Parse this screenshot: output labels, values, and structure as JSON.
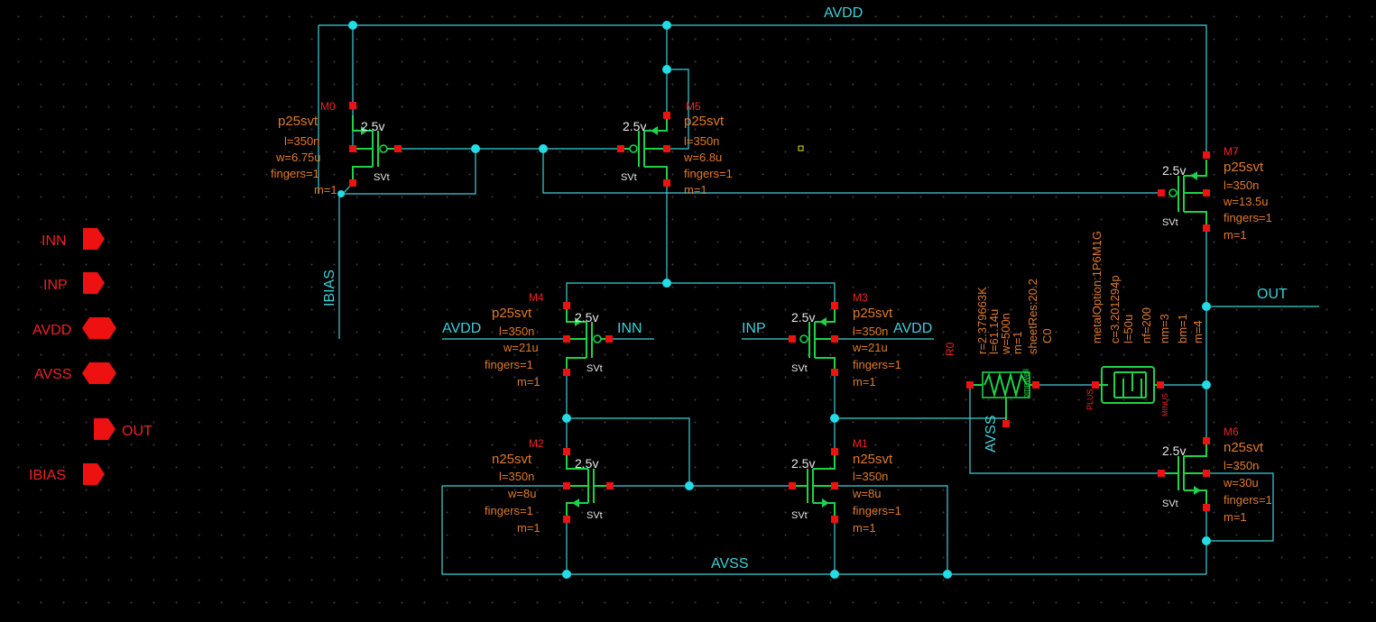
{
  "nets": {
    "avdd_top": "AVDD",
    "avss_bottom": "AVSS",
    "out": "OUT",
    "ibias": "IBIAS",
    "m4_src": "AVDD",
    "m4_gate": "INN",
    "m3_gate": "INP",
    "m3_src": "AVDD",
    "r0_bulk": "AVSS"
  },
  "pins": [
    "INN",
    "INP",
    "AVDD",
    "AVSS",
    "OUT",
    "IBIAS"
  ],
  "mosfets": [
    {
      "id": "M0",
      "model": "p25svt",
      "l": "l=350n",
      "w": "w=6.75u",
      "fingers": "fingers=1",
      "m": "m=1",
      "vt": "SVt",
      "voltage": "2.5v"
    },
    {
      "id": "M5",
      "model": "p25svt",
      "l": "l=350n",
      "w": "w=6.8u",
      "fingers": "fingers=1",
      "m": "m=1",
      "vt": "SVt",
      "voltage": "2.5v"
    },
    {
      "id": "M7",
      "model": "p25svt",
      "l": "l=350n",
      "w": "w=13.5u",
      "fingers": "fingers=1",
      "m": "m=1",
      "vt": "SVt",
      "voltage": "2.5v"
    },
    {
      "id": "M4",
      "model": "p25svt",
      "l": "l=350n",
      "w": "w=21u",
      "fingers": "fingers=1",
      "m": "m=1",
      "vt": "SVt",
      "voltage": "2.5v"
    },
    {
      "id": "M3",
      "model": "p25svt",
      "l": "l=350n",
      "w": "w=21u",
      "fingers": "fingers=1",
      "m": "m=1",
      "vt": "SVt",
      "voltage": "2.5v"
    },
    {
      "id": "M2",
      "model": "n25svt",
      "l": "l=350n",
      "w": "w=8u",
      "fingers": "fingers=1",
      "m": "m=1",
      "vt": "SVt",
      "voltage": "2.5v"
    },
    {
      "id": "M1",
      "model": "n25svt",
      "l": "l=350n",
      "w": "w=8u",
      "fingers": "fingers=1",
      "m": "m=1",
      "vt": "SVt",
      "voltage": "2.5v"
    },
    {
      "id": "M6",
      "model": "n25svt",
      "l": "l=350n",
      "w": "w=30u",
      "fingers": "fingers=1",
      "m": "m=1",
      "vt": "SVt",
      "voltage": "2.5v"
    }
  ],
  "resistor": {
    "id": "R0",
    "r": "r=2.379663K",
    "l": "l=61.14u",
    "w": "w=500n",
    "m": "m=1",
    "sheet": "sheetRes:20.2",
    "well": "ompwell"
  },
  "capacitor": {
    "id": "C0",
    "metal": "metalOption:1P6M1G",
    "c": "c=3.201294p",
    "l": "l=50u",
    "nf": "nf=200",
    "nm": "nm=3",
    "bm": "bm=1",
    "m": "m=4",
    "plus": "PLUS",
    "minus": "MINUS"
  },
  "colors": {
    "wire": "#3fd0d8",
    "device": "#1ed24a",
    "pin": "#ee1111",
    "param": "#e07a2a",
    "background": "#000000"
  }
}
